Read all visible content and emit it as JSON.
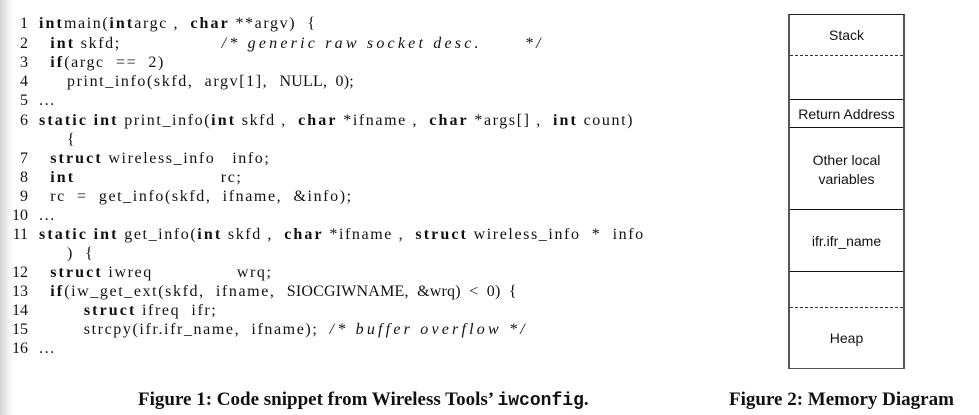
{
  "figure1": {
    "lines": [
      {
        "num": "1",
        "parts": [
          [
            "kw",
            "int"
          ],
          [
            "",
            "main("
          ],
          [
            "kw",
            "int"
          ],
          [
            "",
            "argc ,  "
          ],
          [
            "kw",
            "char"
          ],
          [
            "",
            " **argv)  {"
          ]
        ]
      },
      {
        "num": "2",
        "parts": [
          [
            "",
            "  "
          ],
          [
            "kw",
            "int"
          ],
          [
            "",
            " skfd;                  "
          ],
          [
            "cm",
            "/* generic raw socket desc.      */"
          ]
        ]
      },
      {
        "num": "3",
        "parts": [
          [
            "",
            "  "
          ],
          [
            "kw",
            "if"
          ],
          [
            "",
            "(argc  ==  2)"
          ]
        ]
      },
      {
        "num": "4",
        "parts": [
          [
            "",
            "     print_info(skfd,  argv[1],  "
          ],
          [
            "nm",
            "NULL,  0);"
          ]
        ]
      },
      {
        "num": "5",
        "parts": [
          [
            "",
            "..."
          ]
        ]
      },
      {
        "num": "6",
        "parts": [
          [
            "kw",
            "static"
          ],
          [
            "",
            " "
          ],
          [
            "kw",
            "int"
          ],
          [
            "",
            " print_info("
          ],
          [
            "kw",
            "int"
          ],
          [
            "",
            " skfd ,  "
          ],
          [
            "kw",
            "char"
          ],
          [
            "",
            " *ifname ,  "
          ],
          [
            "kw",
            "char"
          ],
          [
            "",
            " *args[] ,  "
          ],
          [
            "kw",
            "int"
          ],
          [
            "",
            " count)"
          ]
        ]
      },
      {
        "num": "",
        "parts": [
          [
            "",
            "     {"
          ]
        ]
      },
      {
        "num": "7",
        "parts": [
          [
            "",
            "  "
          ],
          [
            "kw",
            "struct"
          ],
          [
            "",
            " wireless_info   info;"
          ]
        ]
      },
      {
        "num": "8",
        "parts": [
          [
            "",
            "  "
          ],
          [
            "kw",
            "int"
          ],
          [
            "",
            "                          rc;"
          ]
        ]
      },
      {
        "num": "9",
        "parts": [
          [
            "",
            "  rc  =  get_info(skfd,  ifname,  &info);"
          ]
        ]
      },
      {
        "num": "10",
        "parts": [
          [
            "",
            "..."
          ]
        ]
      },
      {
        "num": "11",
        "parts": [
          [
            "kw",
            "static"
          ],
          [
            "",
            " "
          ],
          [
            "kw",
            "int"
          ],
          [
            "",
            " get_info("
          ],
          [
            "kw",
            "int"
          ],
          [
            "",
            " skfd ,  "
          ],
          [
            "kw",
            "char"
          ],
          [
            "",
            " *ifname ,  "
          ],
          [
            "kw",
            "struct"
          ],
          [
            "",
            " wireless_info  *  info"
          ]
        ]
      },
      {
        "num": "",
        "parts": [
          [
            "",
            "     )  {"
          ]
        ]
      },
      {
        "num": "12",
        "parts": [
          [
            "",
            "  "
          ],
          [
            "kw",
            "struct"
          ],
          [
            "",
            " iwreq               wrq;"
          ]
        ]
      },
      {
        "num": "13",
        "parts": [
          [
            "",
            "  "
          ],
          [
            "kw",
            "if"
          ],
          [
            "",
            "(iw_get_ext(skfd,  ifname,  "
          ],
          [
            "nm",
            "SIOCGIWNAME,  &wrq)  <  0)  {"
          ]
        ]
      },
      {
        "num": "14",
        "parts": [
          [
            "",
            "        "
          ],
          [
            "kw",
            "struct"
          ],
          [
            "",
            " ifreq  ifr;"
          ]
        ]
      },
      {
        "num": "15",
        "parts": [
          [
            "",
            "        strcpy(ifr.ifr_name,  ifname);  "
          ],
          [
            "cm",
            "/* buffer overflow */"
          ]
        ]
      },
      {
        "num": "16",
        "parts": [
          [
            "",
            "..."
          ]
        ]
      }
    ],
    "caption_prefix": "Figure 1: Code snippet from Wireless Tools’ ",
    "caption_code": "iwconfig",
    "caption_suffix": "."
  },
  "figure2": {
    "labels": {
      "stack": "Stack",
      "return_address": "Return Address",
      "other_local_1": "Other local",
      "other_local_2": "variables",
      "ifr_name": "ifr.ifr_name",
      "heap": "Heap"
    },
    "caption": "Figure 2: Memory Diagram"
  }
}
